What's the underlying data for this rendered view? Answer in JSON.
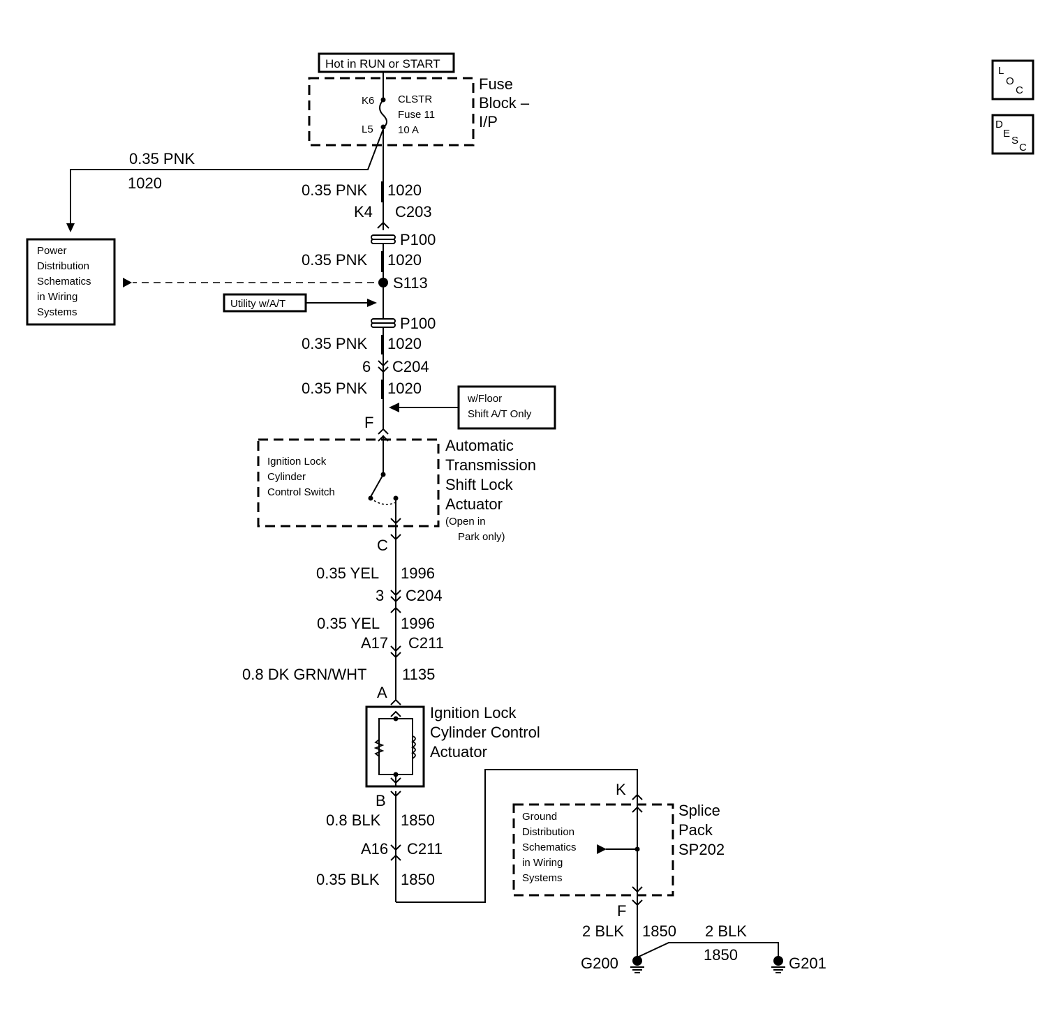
{
  "header": {
    "power_label": "Hot in RUN or START"
  },
  "fuse_block": {
    "title": [
      "Fuse",
      "Block –",
      "I/P"
    ],
    "pin_top": "K6",
    "pin_bottom": "L5",
    "fuse": [
      "CLSTR",
      "Fuse 11",
      "10 A"
    ]
  },
  "branch_wire": {
    "gauge_color": "0.35 PNK",
    "circuit": "1020"
  },
  "power_dist_box": [
    "Power",
    "Distribution",
    "Schematics",
    "in Wiring",
    "Systems"
  ],
  "wire_labels": {
    "w1": "0.35 PNK",
    "c1": "1020",
    "k4": "K4",
    "c203": "C203",
    "p100a": "P100",
    "w2": "0.35 PNK",
    "c2": "1020",
    "s113": "S113",
    "p100b": "P100",
    "w3": "0.35 PNK",
    "c3": "1020",
    "pin6": "6",
    "c204a": "C204",
    "w4": "0.35 PNK",
    "c4": "1020",
    "pinF": "F",
    "pinC": "C",
    "w5": "0.35 YEL",
    "c5": "1996",
    "pin3": "3",
    "c204b": "C204",
    "w6": "0.35 YEL",
    "c6": "1996",
    "a17": "A17",
    "c211a": "C211",
    "w7": "0.8 DK GRN/WHT",
    "c7": "1135",
    "pinA": "A",
    "pinB": "B",
    "w8": "0.8 BLK",
    "c8": "1850",
    "a16": "A16",
    "c211b": "C211",
    "w9": "0.35 BLK",
    "c9": "1850",
    "pinK": "K",
    "pinF2": "F",
    "w10": "2 BLK",
    "c10": "1850",
    "w11": "2 BLK",
    "c11": "1850",
    "g200": "G200",
    "g201": "G201"
  },
  "utility_box": "Utility w/A/T",
  "floor_shift_box": [
    "w/Floor",
    "Shift A/T Only"
  ],
  "ign_switch_box": [
    "Ignition Lock",
    "Cylinder",
    "Control Switch"
  ],
  "shift_lock_title": [
    "Automatic",
    "Transmission",
    "Shift Lock",
    "Actuator"
  ],
  "shift_lock_note": [
    "(Open in",
    "Park only)"
  ],
  "actuator_title": [
    "Ignition Lock",
    "Cylinder Control",
    "Actuator"
  ],
  "splice_title": [
    "Splice",
    "Pack",
    "SP202"
  ],
  "ground_dist_box": [
    "Ground",
    "Distribution",
    "Schematics",
    "in Wiring",
    "Systems"
  ],
  "side_icons": {
    "loc": [
      "L",
      "O",
      "C"
    ],
    "desc": [
      "D",
      "E",
      "S",
      "C"
    ]
  }
}
